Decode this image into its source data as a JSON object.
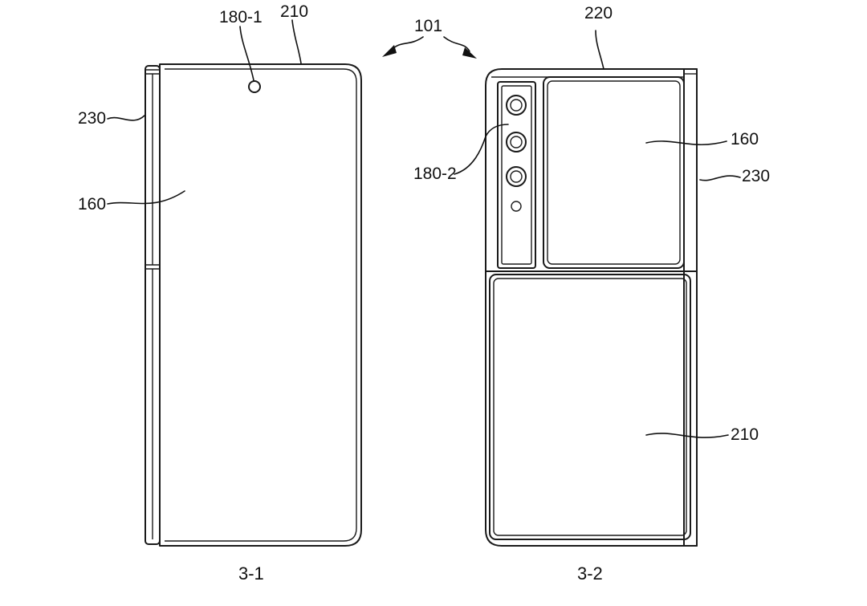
{
  "labels": {
    "device": "101",
    "left_top_camera": "180-1",
    "left_top_housing": "210",
    "left_hinge": "230",
    "left_display": "160",
    "right_top_housing": "220",
    "right_rear_camera": "180-2",
    "right_sub_display": "160",
    "right_hinge": "230",
    "right_rear_housing": "210"
  },
  "figures": {
    "left": "3-1",
    "right": "3-2"
  },
  "palette": {
    "line": "#1a1a1a",
    "background": "#ffffff"
  }
}
